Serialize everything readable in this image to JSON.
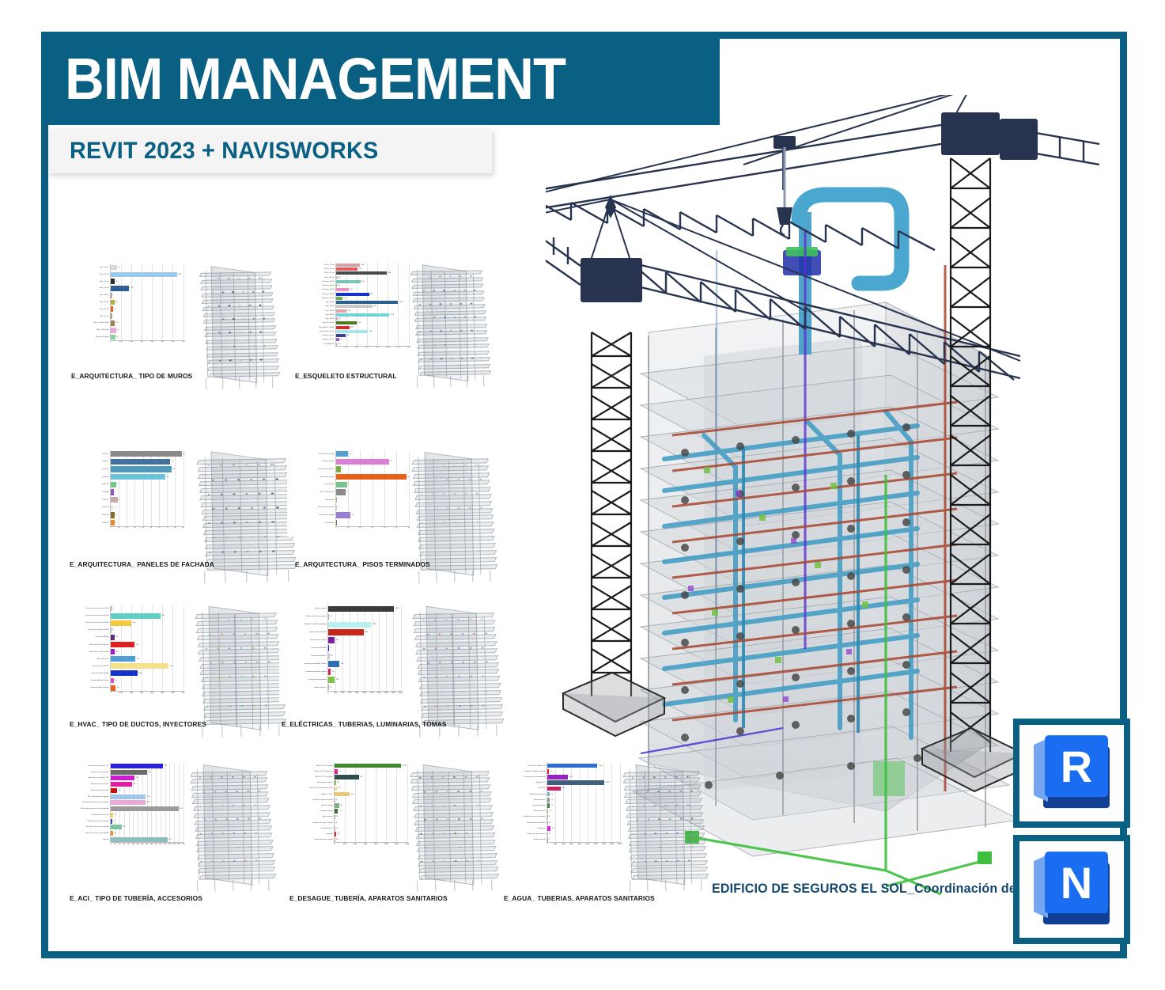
{
  "header": {
    "title": "BIM MANAGEMENT",
    "subtitle": "REVIT 2023 + NAVISWORKS"
  },
  "main_caption": "EDIFICIO DE SEGUROS EL SOL_Coordinación de especialidades",
  "logos": [
    {
      "name": "revit-logo",
      "glyph": "R"
    },
    {
      "name": "navisworks-logo",
      "glyph": "N"
    }
  ],
  "colors": {
    "brand": "#0a6083",
    "caption": "#14476e",
    "autodesk_blue": "#1a6cf0",
    "autodesk_dark": "#113f93",
    "autodesk_light": "#74a6f0"
  },
  "thumbnails": [
    {
      "caption": "E_ARQUITECTURA_ TIPO DE MUROS",
      "chart_data": {
        "type": "bar",
        "orientation": "horizontal",
        "title": "",
        "xlabel": "",
        "ylabel": "",
        "xlim": [
          0,
          700
        ],
        "xticks": [
          0,
          100,
          200,
          300,
          400,
          500,
          600,
          700
        ],
        "grid": true,
        "categories": [
          "Muro_01 cm",
          "Muro_10 cm",
          "Muro_12 cm",
          "Muro_15 cm",
          "Muro_18 cm",
          "Muro_20 cm",
          "Muro_22 cm",
          "Muro_25 cm",
          "Muro_Cortina Vidrio",
          "Muro_30 Int-Ext",
          "Muro_Ext Drywall"
        ],
        "values": [
          62,
          640,
          38,
          180,
          4,
          36,
          24,
          6,
          40,
          52,
          44
        ],
        "bar_colors": [
          "#d9d9d9",
          "#9cc9ea",
          "#2b2b2b",
          "#2e5e94",
          "#7d5a3c",
          "#b5ae3a",
          "#e8601c",
          "#7b4a20",
          "#9a8250",
          "#eaa8dd",
          "#7fd59a"
        ]
      }
    },
    {
      "caption": "E_ESQUELETO ESTRUCTURAL",
      "chart_data": {
        "type": "bar",
        "orientation": "horizontal",
        "xlim": [
          0,
          1400
        ],
        "xticks": [
          0,
          200,
          400,
          600,
          800,
          1000,
          1200,
          1400
        ],
        "grid": true,
        "categories": [
          "Placa_20 cm",
          "Placa_25 cm",
          "Placa_30 cm",
          "Placa 100 cm",
          "Columna_30x30",
          "Columna_40x40",
          "Columna_50x50",
          "Columna_60x60",
          "Columna_80 cm",
          "Viga_30x50",
          "Viga_30x60",
          "Viga_25x50",
          "Viga_40x60",
          "Viga_25x60",
          "Viga_30 Peralte",
          "Zapata/Placa_30x50",
          "Cimentación_30 cm",
          "Cimiento_50 cm",
          "Escalera 100 cm",
          "Losa Aligerada"
        ],
        "values": [
          460,
          420,
          980,
          30,
          470,
          18,
          240,
          640,
          120,
          1190,
          700,
          200,
          1020,
          30,
          400,
          260,
          620,
          180,
          60,
          24
        ],
        "bar_colors": [
          "#d4a0a0",
          "#e05a5a",
          "#4a4a4a",
          "#c9c9c9",
          "#79c4b5",
          "#8bc34a",
          "#f38fc8",
          "#1432c8",
          "#6cb33f",
          "#2a5f8f",
          "#c9c9c9",
          "#e8a0a0",
          "#6fd4d4",
          "#d19fd4",
          "#4f7a1f",
          "#d92b2b",
          "#a8e4f0",
          "#3c3c8f",
          "#9f5ad0",
          "#d8a0c8"
        ]
      }
    },
    {
      "caption": "E_ARQUITECTURA_ PANELES DE FACHADA",
      "chart_data": {
        "type": "bar",
        "orientation": "horizontal",
        "xlim": [
          0,
          90
        ],
        "xticks": [
          0,
          10,
          20,
          30,
          40,
          50,
          60,
          70,
          80,
          90
        ],
        "grid": true,
        "categories": [
          "Panel 01",
          "Panel 02",
          "Panel 03",
          "Panel 04",
          "Panel 05",
          "Panel 06",
          "Panel 07",
          "Panel 08",
          "Panel 09",
          "Panel 10"
        ],
        "values": [
          88,
          74,
          76,
          68,
          7,
          4,
          9,
          3,
          5,
          5
        ],
        "bar_colors": [
          "#8a8a8a",
          "#41719c",
          "#4e9bbd",
          "#6cc2d9",
          "#76c487",
          "#8e5ab8",
          "#c9a8a8",
          "#d4f0e0",
          "#8a6a2a",
          "#e8892a"
        ]
      }
    },
    {
      "caption": "E_ARQUITECTURA_ PISOS TERMINADOS",
      "chart_data": {
        "type": "bar",
        "orientation": "horizontal",
        "xlim": [
          0,
          60
        ],
        "xticks": [
          0,
          10,
          20,
          30,
          40,
          50,
          60
        ],
        "grid": true,
        "categories": [
          "Piso cerámico beige",
          "Piso porcelanato",
          "Piso cerámico blanco",
          "Piso cerámico gris",
          "Piso cemento",
          "Piso cerámico gris",
          "Piso parquet",
          "Piso vinílico aserrado",
          "Piso cerámico pulido",
          "Piso blanco"
        ],
        "values": [
          10,
          44,
          4,
          58,
          9,
          8,
          1,
          1,
          12,
          1
        ],
        "bar_colors": [
          "#4f9fd4",
          "#d97fd4",
          "#76b33f",
          "#e8601c",
          "#76c487",
          "#8a8a8a",
          "#c9a86a",
          "#a8e4b0",
          "#9a7fd4",
          "#8a6a2a"
        ]
      }
    },
    {
      "caption": "E_HVAC_ TIPO DE DUCTOS, INYECTORES",
      "chart_data": {
        "type": "bar",
        "orientation": "horizontal",
        "xlim": [
          0,
          700
        ],
        "xticks": [
          0,
          100,
          200,
          300,
          400,
          500,
          600,
          700
        ],
        "grid": true,
        "categories": [
          "Ducto Inyección de aire 15x15",
          "Ducto Inyección de aire 20x20",
          "Ducto Inyección de aire 30x30",
          "Ducto Inyección Rect 40x40",
          "Accesorios Elbow",
          "Accesorios Ducto Rectan",
          "Accesorios Ducto Transic",
          "Accesorios Tee",
          "Accesorios Codo 90º",
          "Terminal de Aire Rejilla",
          "Terminal de Aire Difusor",
          "Terminal de Aire Retorno"
        ],
        "values": [
          4,
          480,
          200,
          6,
          40,
          230,
          40,
          240,
          560,
          260,
          30,
          50
        ],
        "bar_colors": [
          "#9a9a9a",
          "#5ecfc2",
          "#f0c93c",
          "#b0b0b0",
          "#5e2b7a",
          "#e02020",
          "#9a20c8",
          "#4f9fd4",
          "#f5e08c",
          "#1432c8",
          "#d94fc8",
          "#e8601c"
        ]
      }
    },
    {
      "caption": "E_ELÉCTRICAS_ TUBERIAS, LUMINARIAS, TOMAS",
      "chart_data": {
        "type": "bar",
        "orientation": "horizontal",
        "xlim": [
          0,
          2000
        ],
        "xticks": [
          0,
          200,
          400,
          600,
          800,
          1000,
          1200,
          1400,
          1600,
          1800,
          2000
        ],
        "grid": true,
        "categories": [
          "Tubería conduit",
          "Accesorios caja octogonal",
          "Bandeja de cable energizado",
          "Tipo de cable derivado",
          "Tomacorriente simple",
          "Tomacorriente doble",
          "Tomacorriente típica",
          "Luminaria suspendida, fluores",
          "Luminaria adosada a pared",
          "Luminaria wall mounted",
          "Tablero eléctrico"
        ],
        "values": [
          1820,
          20,
          1180,
          980,
          180,
          20,
          40,
          320,
          80,
          180,
          10
        ],
        "bar_colors": [
          "#3a3a3a",
          "#a8a8a8",
          "#b8f0f0",
          "#c8281c",
          "#7a1fa0",
          "#1432c8",
          "#c9c9c9",
          "#2e6fb5",
          "#e02060",
          "#7fc43f",
          "#a8a8a8"
        ]
      }
    },
    {
      "caption": "E_ACI_ TIPO DE TUBERÍA, ACCESORIOS",
      "chart_data": {
        "type": "bar",
        "orientation": "horizontal",
        "xlim": [
          0,
          320
        ],
        "xticks": [
          0,
          20,
          40,
          60,
          80,
          100,
          120,
          140,
          160,
          180,
          200,
          220,
          240,
          260,
          280,
          300,
          320
        ],
        "grid": true,
        "categories": [
          "Tubería de acero neg 1 1/2\"",
          "Tubería de acero neg 2\"",
          "Tubería de acero neg 2 1/2\"",
          "Tubería de acero neg 3\"",
          "Tubería de acero neg 4\"",
          "ACI_ Rociador tipo colgante",
          "Acople Ranurado acero inoxidable",
          "Válvula de mariposa acero inoxidable",
          "Válvula Filtro ranurada",
          "Acople Tee acero inoxidable",
          "Acople Cruz acero inoxidable",
          "Válvula Check acero inoxidable",
          "Hidrante"
        ],
        "values": [
          230,
          160,
          105,
          95,
          30,
          155,
          155,
          300,
          10,
          8,
          50,
          10,
          250
        ],
        "bar_colors": [
          "#2b20e0",
          "#6a6a6a",
          "#c820d0",
          "#e020a0",
          "#c81010",
          "#9fc8e8",
          "#e8a8d8",
          "#9a9a9a",
          "#f0d050",
          "#4f3fb0",
          "#7fc4a0",
          "#e09030",
          "#8fbcbc"
        ]
      }
    },
    {
      "caption": "E_DESAGUE_TUBERÍA, APARATOS SANITARIOS",
      "chart_data": {
        "type": "bar",
        "orientation": "horizontal",
        "xlim": [
          0,
          1400
        ],
        "xticks": [
          0,
          200,
          400,
          600,
          800,
          1000,
          1200,
          1400
        ],
        "grid": true,
        "categories": [
          "Tubería PVC Desagüe",
          "Tubería PVC Ventilación",
          "Ducto PVC 4\" Desagüe",
          "Sumidero de rebose",
          "Conexión PVC Ventilación PVC",
          "Tubería 2\" PVC",
          "Caja Reg registro desagüe",
          "Inodoro tanque",
          "Lavatorio tanque",
          "Urinario mural",
          "Lavadero de ropa / Tanque",
          "Ducha de lluvia",
          "Lavadero",
          "Trampa de grasa tanque"
        ],
        "values": [
          1290,
          70,
          470,
          30,
          50,
          290,
          8,
          90,
          70,
          10,
          6,
          10,
          35,
          10
        ],
        "bar_colors": [
          "#3f8a2a",
          "#e02090",
          "#2f4f4f",
          "#8fbc4f",
          "#f0d8a0",
          "#e8c87a",
          "#d4a0d4",
          "#7fb07f",
          "#3f6a3f",
          "#9a9a9a",
          "#f0e0b0",
          "#b0b0b0",
          "#e02020",
          "#d4a0a0"
        ]
      }
    },
    {
      "caption": "E_AGUA_ TUBERIAS, APARATOS SANITARIOS",
      "chart_data": {
        "type": "bar",
        "orientation": "horizontal",
        "xlim": [
          0,
          1800
        ],
        "xticks": [
          0,
          200,
          400,
          600,
          800,
          1000,
          1200,
          1400,
          1600,
          1800
        ],
        "grid": true,
        "categories": [
          "Tubería PVC Agua Fría",
          "Tubería PVC Agua Caliente",
          "Conexiones de alimentación",
          "Bomba PVC",
          "Tapa PVC",
          "Válvula de compuerta",
          "Válvula esférica",
          "Sumidero de piso",
          "Válvula de paso",
          "Lavadero de acero inoxidable",
          "Acumulador de Bombeo",
          "Contómetro",
          "Tanque de agua cisterna",
          "Tanque elevado"
        ],
        "values": [
          1240,
          50,
          520,
          1420,
          330,
          70,
          70,
          70,
          25,
          8,
          10,
          90,
          10,
          6
        ],
        "bar_colors": [
          "#2e6fd4",
          "#e02020",
          "#9a20c8",
          "#3f5f7a",
          "#c8206a",
          "#7fb0d4",
          "#9a9a9a",
          "#3f8a3f",
          "#c9a86a",
          "#b0b0b0",
          "#d4a0a0",
          "#d42ad4",
          "#c9c9c9",
          "#a8a8a8"
        ]
      }
    }
  ]
}
